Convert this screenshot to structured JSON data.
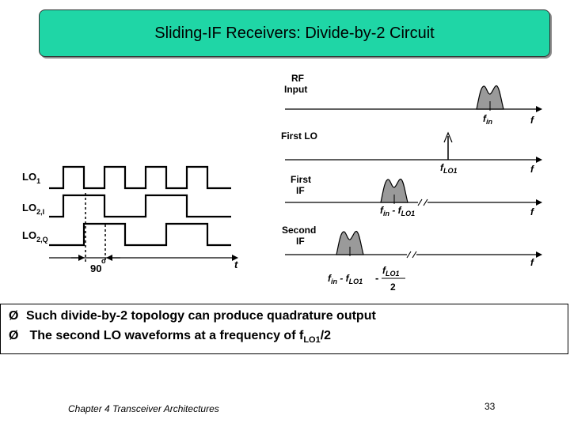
{
  "title": "Sliding-IF Receivers: Divide-by-2 Circuit",
  "waveforms": {
    "labels": [
      {
        "main": "LO",
        "sub": "1"
      },
      {
        "main": "LO",
        "sub": "2,I"
      },
      {
        "main": "LO",
        "sub": "2,Q"
      }
    ],
    "phase_label": "90",
    "phase_degree": "o",
    "time_label": "t"
  },
  "spectrum": {
    "rf_input_line1": "RF",
    "rf_input_line2": "Input",
    "first_lo": "First LO",
    "first_if_line1": "First",
    "first_if_line2": "IF",
    "second_lo_line1": "Second",
    "second_lo_line2": "IF",
    "freq_axis_label": "f",
    "f_in_main": "f",
    "f_in_sub": "in",
    "f_lo1_main": "f",
    "f_lo1_sub": "LO1",
    "first_if_expr": {
      "a": "f",
      "a_sub": "in",
      "minus": " - f",
      "b_sub": "LO1"
    },
    "second_if_expr": {
      "a": "f",
      "a_sub": "in",
      "minus": " - f",
      "b_sub": "LO1",
      "num": "f",
      "num_sub": "LO1",
      "den": "2"
    }
  },
  "bullets": [
    {
      "mark": "Ø",
      "text": "Such divide-by-2 topology can produce quadrature output"
    },
    {
      "mark": "Ø",
      "text": " The second LO waveforms at a frequency of f",
      "sub": "LO1",
      "tail": "/2"
    }
  ],
  "footer": "Chapter 4 Transceiver Architectures",
  "page_number": "33"
}
